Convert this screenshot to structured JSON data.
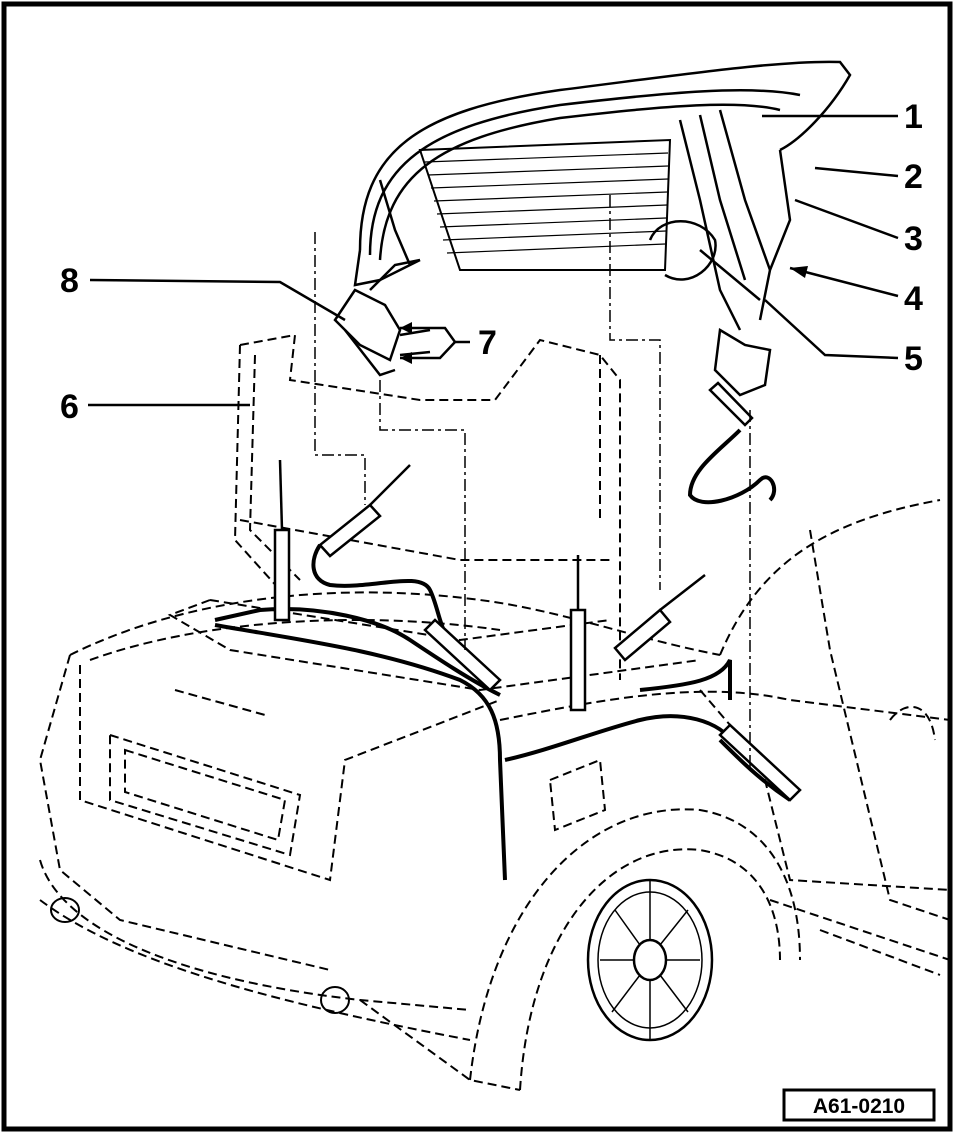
{
  "diagram": {
    "callouts": [
      {
        "id": "1",
        "label": "1"
      },
      {
        "id": "2",
        "label": "2"
      },
      {
        "id": "3",
        "label": "3"
      },
      {
        "id": "4",
        "label": "4"
      },
      {
        "id": "5",
        "label": "5"
      },
      {
        "id": "6",
        "label": "6"
      },
      {
        "id": "7",
        "label": "7"
      },
      {
        "id": "8",
        "label": "8"
      }
    ],
    "reference_code": "A61-0210"
  }
}
